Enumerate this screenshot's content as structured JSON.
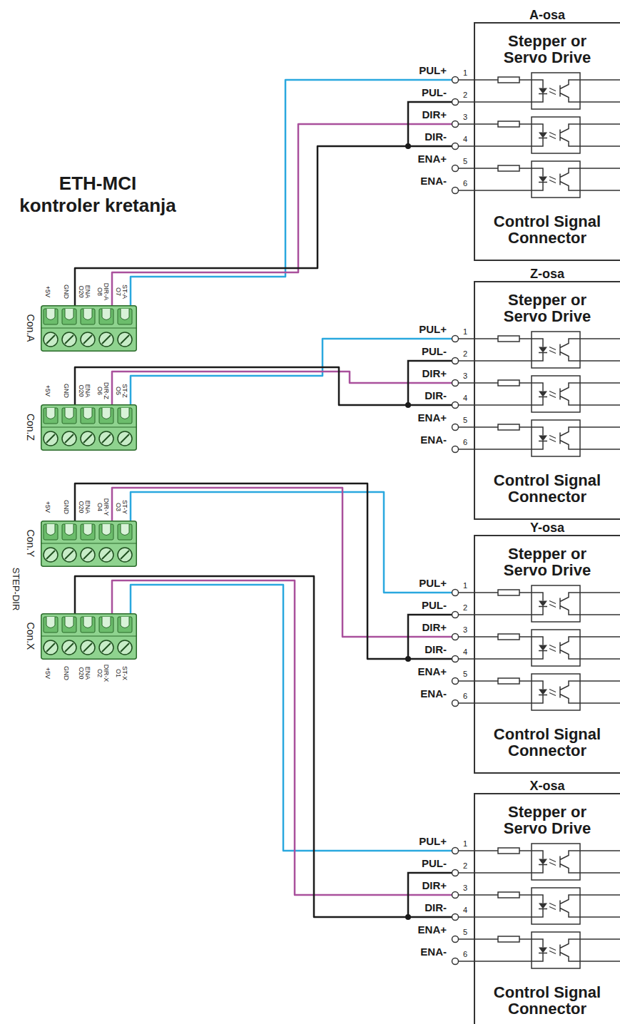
{
  "diagram": {
    "nodes": [
      {
        "text": [
          "ETH-MCI kontroler kretanja"
        ]
      },
      {
        "text": [
          "Con.A"
        ],
        "in": 0
      },
      {
        "text": [
          "Con.Z"
        ],
        "in": 0
      },
      {
        "text": [
          "Con.Y"
        ],
        "in": 0
      },
      {
        "text": [
          "Con.X"
        ],
        "in": 0
      },
      {
        "text": [
          "A-osa",
          "Stepper or Servo Drive",
          "Control Signal Connector"
        ]
      },
      {
        "text": [
          "Z-osa",
          "Stepper or Servo Drive",
          "Control Signal Connector"
        ]
      },
      {
        "text": [
          "Y-osa",
          "Stepper or Servo Drive",
          "Control Signal Connector"
        ]
      },
      {
        "text": [
          "X-osa",
          "Stepper or Servo Drive",
          "Control Signal Connector"
        ]
      }
    ],
    "edges": [
      {
        "from": 1,
        "to": 5,
        "arrow": "none"
      },
      {
        "from": 1,
        "to": 5,
        "arrow": "none"
      },
      {
        "from": 1,
        "to": 5,
        "arrow": "none"
      },
      {
        "from": 2,
        "to": 6,
        "arrow": "none"
      },
      {
        "from": 2,
        "to": 6,
        "arrow": "none"
      },
      {
        "from": 2,
        "to": 6,
        "arrow": "none"
      },
      {
        "from": 3,
        "to": 7,
        "arrow": "none"
      },
      {
        "from": 3,
        "to": 7,
        "arrow": "none"
      },
      {
        "from": 3,
        "to": 7,
        "arrow": "none"
      },
      {
        "from": 4,
        "to": 8,
        "arrow": "none"
      },
      {
        "from": 4,
        "to": 8,
        "arrow": "none"
      },
      {
        "from": 4,
        "to": 8,
        "arrow": "none"
      }
    ],
    "labels": [
      "+5V",
      "GND",
      "ENA O20",
      "DIR-A O8",
      "ST-A O7",
      "+5V",
      "GND",
      "ENA O20",
      "DIR-Z O6",
      "ST-Z O5",
      "+5V",
      "GND",
      "ENA O20",
      "DIR-Y O4",
      "ST-Y O3",
      "+5V",
      "GND",
      "ENA O20",
      "DIR-X O2",
      "ST-X O1",
      "STEP-DIR",
      "PUL+",
      "1",
      "PUL-",
      "2",
      "DIR+",
      "3",
      "DIR-",
      "4",
      "ENA+",
      "5",
      "ENA-",
      "6",
      "PUL+",
      "1",
      "PUL-",
      "2",
      "DIR+",
      "3",
      "DIR-",
      "4",
      "ENA+",
      "5",
      "ENA-",
      "6",
      "PUL+",
      "1",
      "PUL-",
      "2",
      "DIR+",
      "3",
      "DIR-",
      "4",
      "ENA+",
      "5",
      "ENA-",
      "6",
      "PUL+",
      "1",
      "PUL-",
      "2",
      "DIR+",
      "3",
      "DIR-",
      "4",
      "ENA+",
      "5",
      "ENA-",
      "6"
    ]
  }
}
